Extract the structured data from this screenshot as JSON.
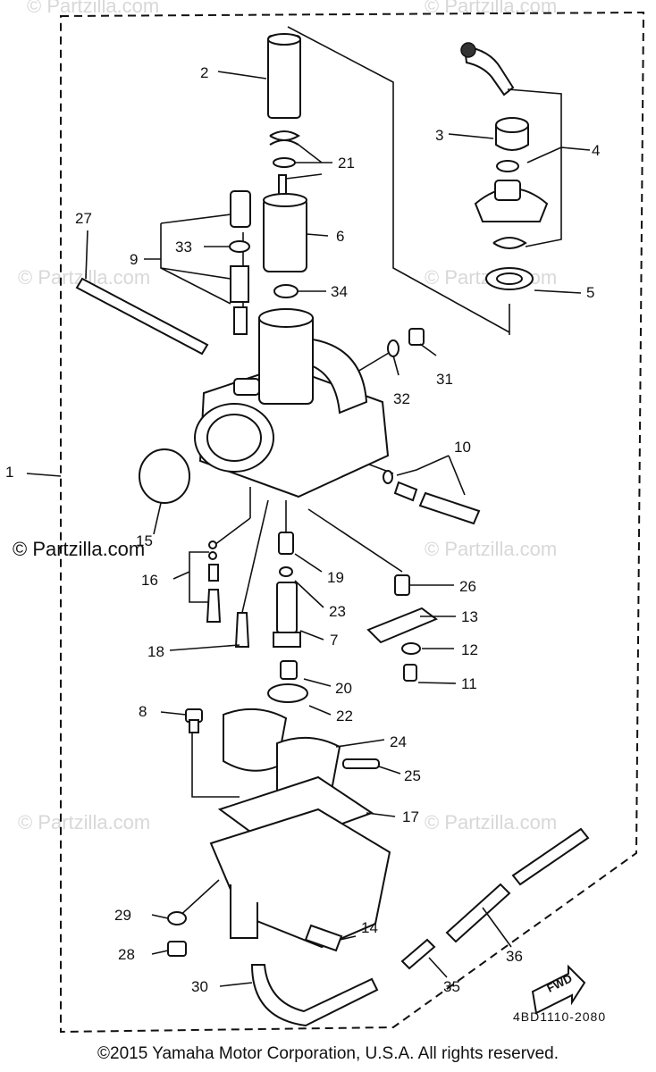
{
  "diagram": {
    "watermark": "© Partzilla.com",
    "watermark_faded": "© Partzilla.com",
    "diagram_code": "4BD1110-2080",
    "fwd_label": "FWD",
    "copyright": "©2015 Yamaha Motor Corporation, U.S.A. All rights reserved.",
    "callouts": [
      "1",
      "2",
      "3",
      "4",
      "5",
      "6",
      "7",
      "8",
      "9",
      "10",
      "11",
      "12",
      "13",
      "14",
      "15",
      "16",
      "17",
      "18",
      "19",
      "20",
      "21",
      "22",
      "23",
      "24",
      "25",
      "26",
      "27",
      "28",
      "29",
      "30",
      "31",
      "32",
      "33",
      "34",
      "35",
      "36"
    ]
  }
}
